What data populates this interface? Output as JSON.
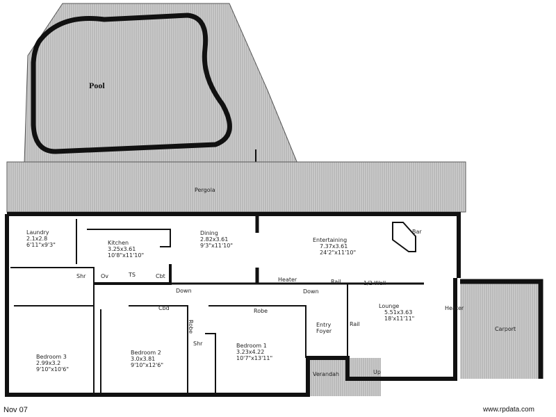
{
  "plan": {
    "pool": "Pool",
    "pergola": "Pergola",
    "rooms": {
      "laundry": {
        "name": "Laundry",
        "metric": "2.1x2.8",
        "imperial": "6'11\"x9'3\""
      },
      "kitchen": {
        "name": "Kitchen",
        "metric": "3.25x3.61",
        "imperial": "10'8\"x11'10\""
      },
      "dining": {
        "name": "Dining",
        "metric": "2.82x3.61",
        "imperial": "9'3\"x11'10\""
      },
      "entertaining": {
        "name": "Entertaining",
        "metric": "7.37x3.61",
        "imperial": "24'2\"x11'10\""
      },
      "lounge": {
        "name": "Lounge",
        "metric": "5.51x3.63",
        "imperial": "18'x11'11\""
      },
      "bedroom1": {
        "name": "Bedroom 1",
        "metric": "3.23x4.22",
        "imperial": "10'7\"x13'11\""
      },
      "bedroom2": {
        "name": "Bedroom 2",
        "metric": "3.0x3.81",
        "imperial": "9'10\"x12'6\""
      },
      "bedroom3": {
        "name": "Bedroom 3",
        "metric": "2.99x3.2",
        "imperial": "9'10\"x10'6\""
      },
      "entry": {
        "name": "Entry",
        "name2": "Foyer"
      },
      "carport": {
        "name": "Carport"
      },
      "verandah": {
        "name": "Verandah"
      }
    },
    "fixtures": {
      "bar": "Bar",
      "heater1": "Heater",
      "heater2": "Heater",
      "rail1": "Rail",
      "rail2": "Rail",
      "half_wall": "1/2 Wall",
      "down1": "Down",
      "down2": "Down",
      "up": "Up",
      "robe1": "Robe",
      "robe2": "Robe",
      "cbd": "Cbd",
      "shr1": "Shr",
      "shr2": "Shr",
      "ov": "Ov",
      "ts": "TS",
      "cbt": "Cbt"
    }
  },
  "footer": {
    "date": "Nov 07",
    "watermark": "www.rpdata.com"
  }
}
